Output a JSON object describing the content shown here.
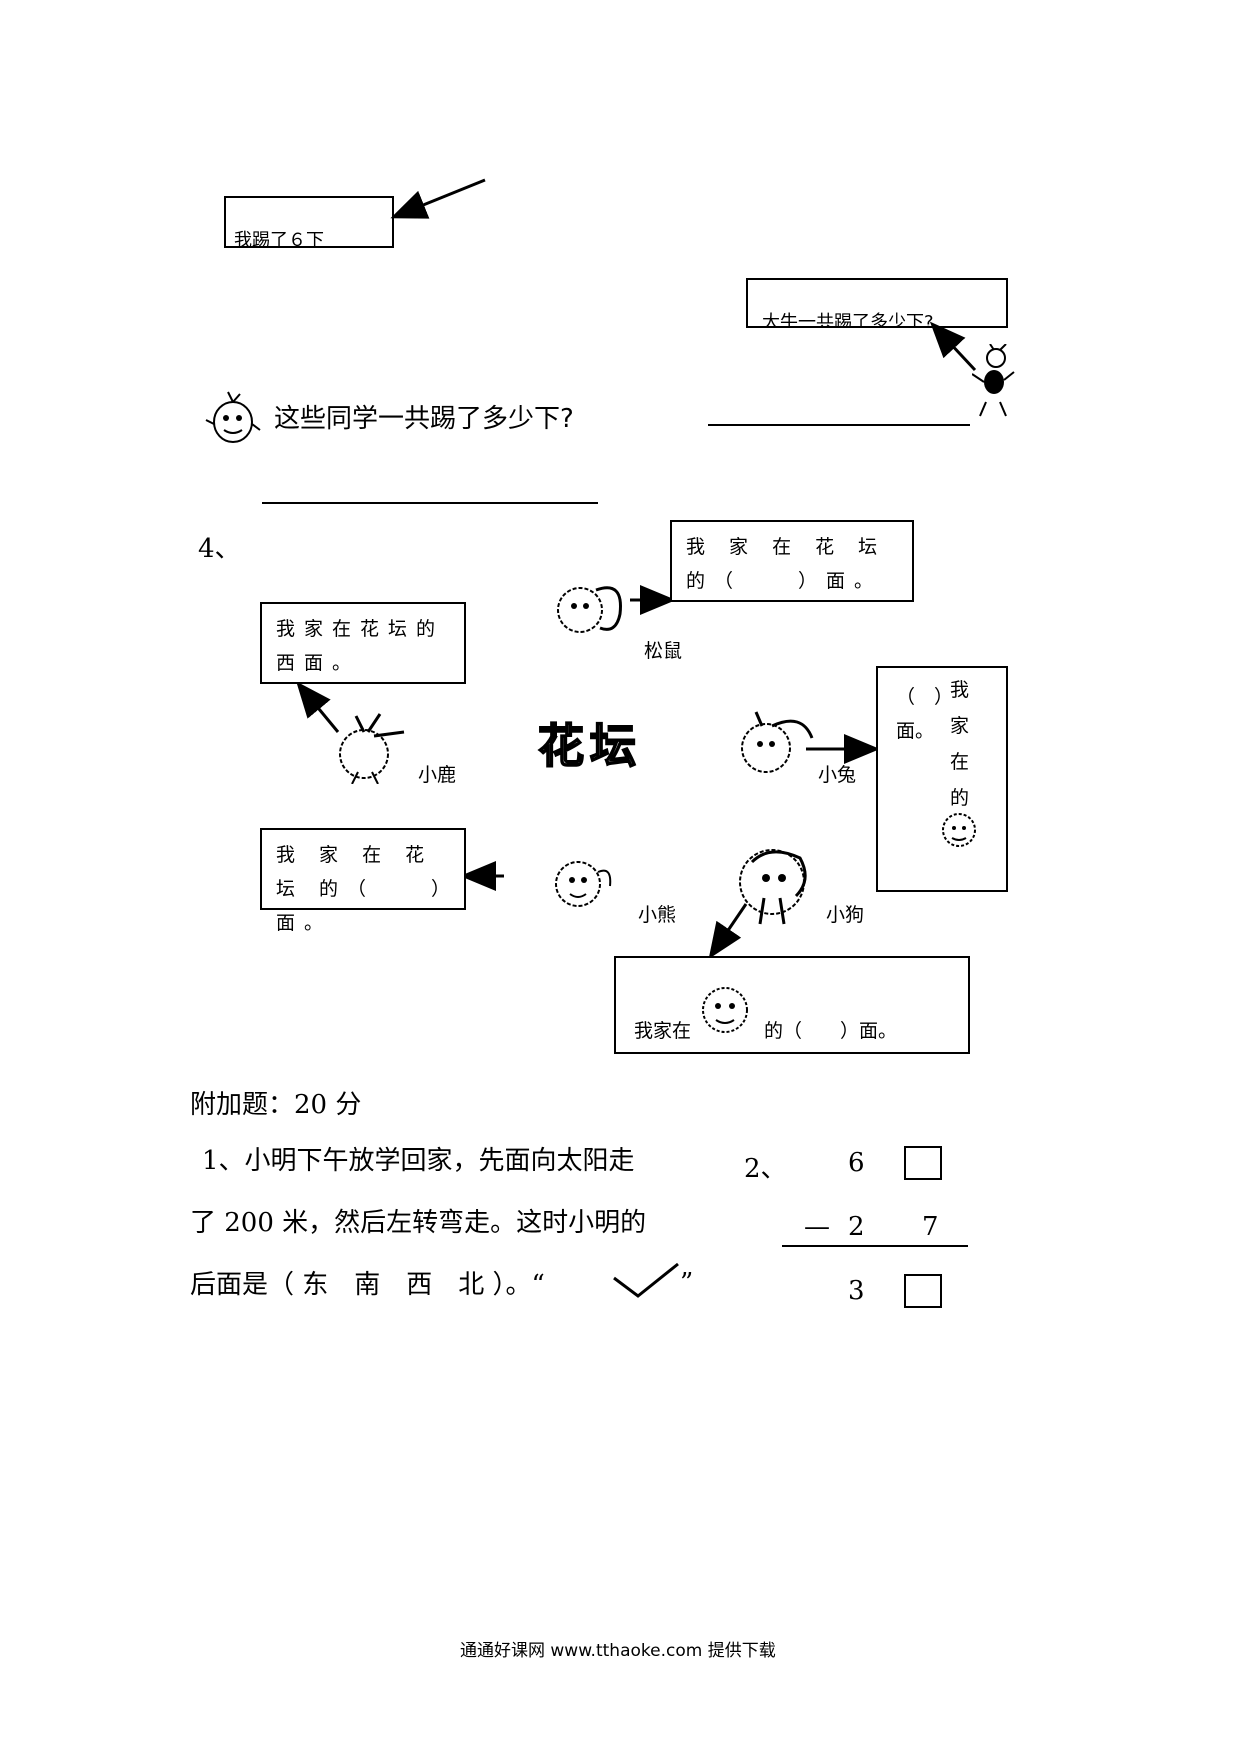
{
  "q3": {
    "box1_text": "我踢了６下",
    "box2_text": "大牛一共踢了多少下?",
    "question": "这些同学一共踢了多少下?"
  },
  "q4": {
    "number": "4、",
    "box_top": "我 家 在 花 坛 的（　　）面。",
    "box_left": "我家在花坛的西面。",
    "box_bottom_left": "我 家 在 花 坛 的（　　）面。",
    "box_right_col1": "（　）面。",
    "box_right_col2": "我家在的",
    "box_bottom_prefix": "我家在",
    "box_bottom_suffix": "的（　　）面。",
    "center": "花坛",
    "animals": {
      "squirrel": "松鼠",
      "deer": "小鹿",
      "rabbit": "小兔",
      "bear": "小熊",
      "dog": "小狗"
    }
  },
  "bonus": {
    "title": "附加题：20 分",
    "p1_line1": "1、小明下午放学回家，先面向太阳走",
    "p1_line2": "了 200 米，然后左转弯走。这时小明的",
    "p1_line3": "后面是（ 东　南　西　北 ）。“",
    "p1_quote_end": "”",
    "p2_number": "2、",
    "p2_top": "6",
    "p2_minus": "—",
    "p2_mid_a": "2",
    "p2_mid_b": "7",
    "p2_bottom": "3"
  },
  "footer": "通通好课网 www.tthaoke.com 提供下载"
}
